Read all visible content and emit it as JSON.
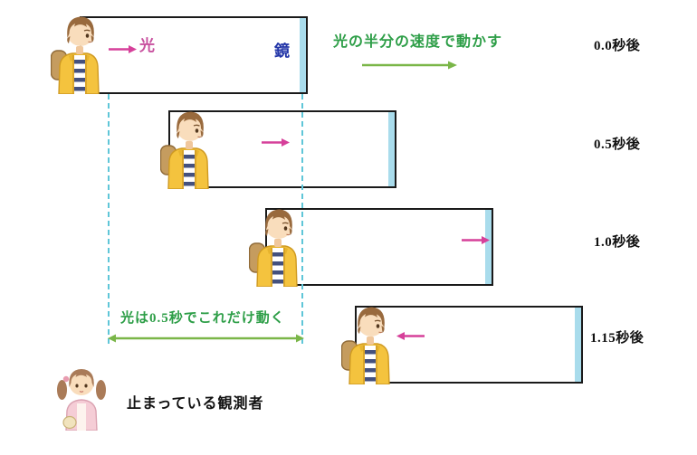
{
  "annotations": {
    "light_label": "光",
    "mirror_label": "鏡",
    "speed_caption": "光の半分の速度で動かす",
    "distance_caption": "光は0.5秒でこれだけ動く",
    "observer_caption": "止まっている観測者"
  },
  "rows": [
    {
      "time": "0.0秒後"
    },
    {
      "time": "0.5秒後"
    },
    {
      "time": "1.0秒後"
    },
    {
      "time": "1.15秒後"
    }
  ],
  "figures": {
    "moving_observer": "boy-character-illustration",
    "stationary_observer": "girl-character-illustration"
  },
  "colors": {
    "light_arrow_pink": "#d6409a",
    "light_label_pink": "#c8519f",
    "mirror_label_blue": "#2336a8",
    "green_caption": "#2d9e47",
    "green_arrow": "#7ab648",
    "mirror_fill_cyan": "#a9dcec",
    "dashed_line_cyan": "#5fc6d8",
    "box_border": "#1a1a1a",
    "time_label": "#111111",
    "background": "#ffffff"
  }
}
